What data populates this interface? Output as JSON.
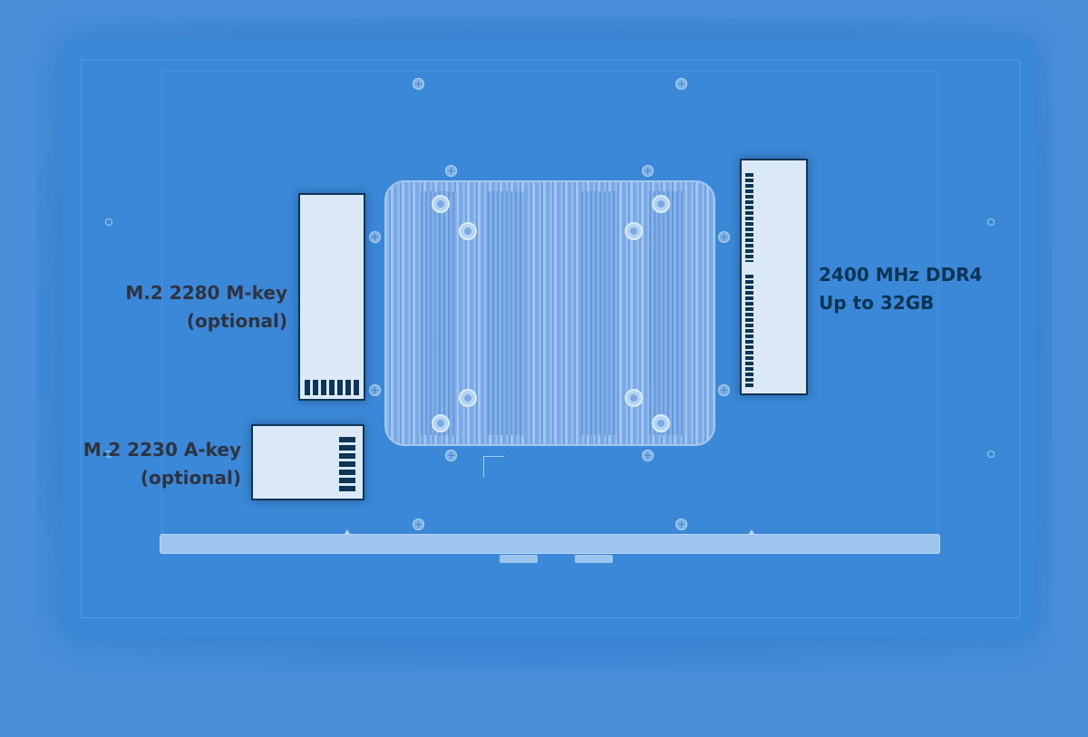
{
  "labels": {
    "m2_2280": {
      "line1": "M.2 2280 M-key",
      "line2": "(optional)"
    },
    "m2_2230": {
      "line1": "M.2 2230 A-key",
      "line2": "(optional)"
    },
    "ddr4": {
      "line1": "2400 MHz DDR4",
      "line2": "Up to 32GB"
    }
  },
  "colors": {
    "background": "#4a90d9",
    "module_fill": "#dbe9f7",
    "module_border": "#0f3556",
    "label_text": "#2f3340",
    "ddr4_text": "#0c3454"
  }
}
